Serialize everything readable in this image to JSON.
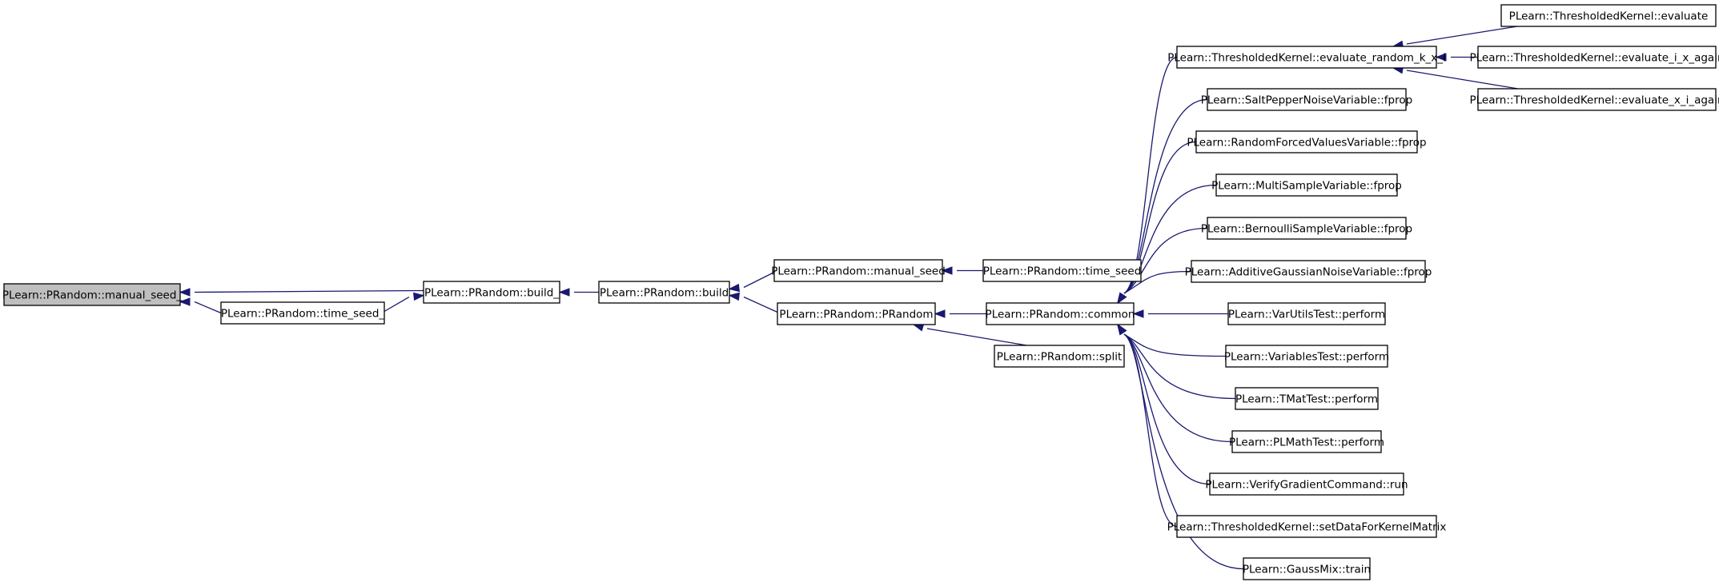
{
  "colors": {
    "edge": "#191970",
    "node_fill": "#ffffff",
    "root_fill": "#bfbfbf",
    "node_border": "#000000"
  },
  "nodes": [
    {
      "id": "manual_seed_",
      "label": "PLearn::PRandom::manual_seed_",
      "root": true
    },
    {
      "id": "time_seed_",
      "label": "PLearn::PRandom::time_seed_"
    },
    {
      "id": "build_",
      "label": "PLearn::PRandom::build_"
    },
    {
      "id": "build",
      "label": "PLearn::PRandom::build"
    },
    {
      "id": "manual_seed",
      "label": "PLearn::PRandom::manual_seed"
    },
    {
      "id": "time_seed",
      "label": "PLearn::PRandom::time_seed"
    },
    {
      "id": "PRandom",
      "label": "PLearn::PRandom::PRandom"
    },
    {
      "id": "split",
      "label": "PLearn::PRandom::split"
    },
    {
      "id": "common",
      "label": "PLearn::PRandom::common"
    },
    {
      "id": "eval_random_k_x_i",
      "label": "PLearn::ThresholdedKernel::evaluate_random_k_x_i"
    },
    {
      "id": "evaluate",
      "label": "PLearn::ThresholdedKernel::evaluate"
    },
    {
      "id": "eval_i_x_again",
      "label": "PLearn::ThresholdedKernel::evaluate_i_x_again"
    },
    {
      "id": "eval_x_i_again",
      "label": "PLearn::ThresholdedKernel::evaluate_x_i_again"
    },
    {
      "id": "saltpepper",
      "label": "PLearn::SaltPepperNoiseVariable::fprop"
    },
    {
      "id": "randomforced",
      "label": "PLearn::RandomForcedValuesVariable::fprop"
    },
    {
      "id": "multisample",
      "label": "PLearn::MultiSampleVariable::fprop"
    },
    {
      "id": "bernoulli",
      "label": "PLearn::BernoulliSampleVariable::fprop"
    },
    {
      "id": "additivegauss",
      "label": "PLearn::AdditiveGaussianNoiseVariable::fprop"
    },
    {
      "id": "varutils",
      "label": "PLearn::VarUtilsTest::perform"
    },
    {
      "id": "variablestest",
      "label": "PLearn::VariablesTest::perform"
    },
    {
      "id": "tmattest",
      "label": "PLearn::TMatTest::perform"
    },
    {
      "id": "plmathtest",
      "label": "PLearn::PLMathTest::perform"
    },
    {
      "id": "verifygrad",
      "label": "PLearn::VerifyGradientCommand::run"
    },
    {
      "id": "setdata",
      "label": "PLearn::ThresholdedKernel::setDataForKernelMatrix"
    },
    {
      "id": "gaussmix",
      "label": "PLearn::GaussMix::train"
    }
  ],
  "edges": [
    {
      "from": "build_",
      "to": "manual_seed_"
    },
    {
      "from": "time_seed_",
      "to": "manual_seed_"
    },
    {
      "from": "time_seed_",
      "to": "build_"
    },
    {
      "from": "build",
      "to": "build_"
    },
    {
      "from": "manual_seed",
      "to": "build"
    },
    {
      "from": "PRandom",
      "to": "build"
    },
    {
      "from": "time_seed",
      "to": "manual_seed"
    },
    {
      "from": "common",
      "to": "PRandom"
    },
    {
      "from": "split",
      "to": "PRandom"
    },
    {
      "from": "eval_random_k_x_i",
      "to": "common"
    },
    {
      "from": "saltpepper",
      "to": "common"
    },
    {
      "from": "randomforced",
      "to": "common"
    },
    {
      "from": "multisample",
      "to": "common"
    },
    {
      "from": "bernoulli",
      "to": "common"
    },
    {
      "from": "additivegauss",
      "to": "common"
    },
    {
      "from": "varutils",
      "to": "common"
    },
    {
      "from": "variablestest",
      "to": "common"
    },
    {
      "from": "tmattest",
      "to": "common"
    },
    {
      "from": "plmathtest",
      "to": "common"
    },
    {
      "from": "verifygrad",
      "to": "common"
    },
    {
      "from": "setdata",
      "to": "common"
    },
    {
      "from": "gaussmix",
      "to": "common"
    },
    {
      "from": "evaluate",
      "to": "eval_random_k_x_i"
    },
    {
      "from": "eval_i_x_again",
      "to": "eval_random_k_x_i"
    },
    {
      "from": "eval_x_i_again",
      "to": "eval_random_k_x_i"
    }
  ]
}
